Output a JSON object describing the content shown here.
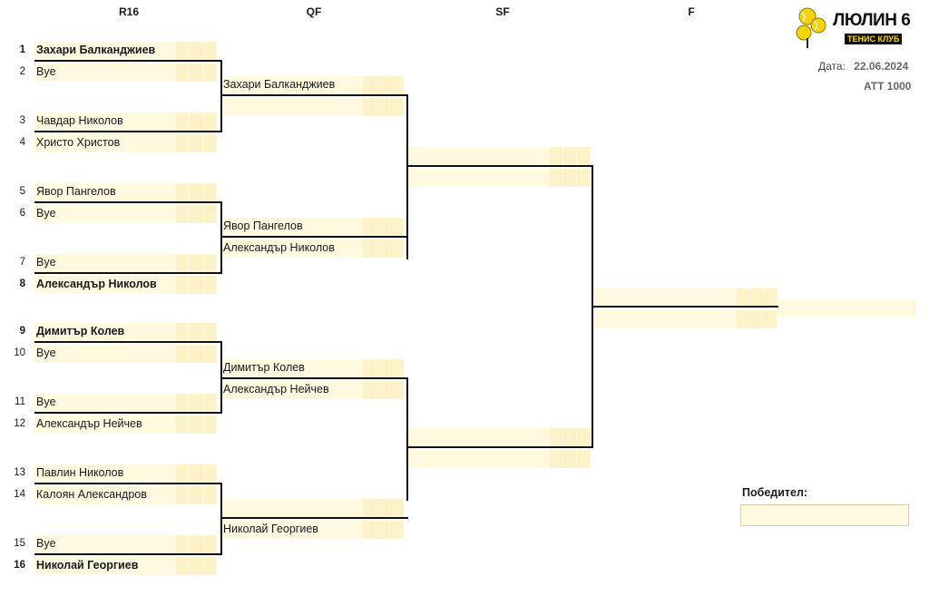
{
  "rounds": [
    "R16",
    "QF",
    "SF",
    "F"
  ],
  "logo": {
    "title": "ЛЮЛИН 6",
    "subtitle": "ТЕНИС КЛУБ"
  },
  "info": {
    "date_label": "Дата:",
    "date_value": "22.06.2024",
    "tournament": "ATT 1000"
  },
  "r16": [
    {
      "seed": "1",
      "name": "Захари Балканджиев",
      "bold": true
    },
    {
      "seed": "2",
      "name": "Bye",
      "bold": false
    },
    {
      "seed": "3",
      "name": "Чавдар Николов",
      "bold": false
    },
    {
      "seed": "4",
      "name": "Христо Христов",
      "bold": false
    },
    {
      "seed": "5",
      "name": "Явор Пангелов",
      "bold": false
    },
    {
      "seed": "6",
      "name": "Bye",
      "bold": false
    },
    {
      "seed": "7",
      "name": "Bye",
      "bold": false
    },
    {
      "seed": "8",
      "name": "Александър Николов",
      "bold": true
    },
    {
      "seed": "9",
      "name": "Димитър Колев",
      "bold": true
    },
    {
      "seed": "10",
      "name": "Bye",
      "bold": false
    },
    {
      "seed": "11",
      "name": "Bye",
      "bold": false
    },
    {
      "seed": "12",
      "name": "Александър Нейчев",
      "bold": false
    },
    {
      "seed": "13",
      "name": "Павлин Николов",
      "bold": false
    },
    {
      "seed": "14",
      "name": "Калоян Александров",
      "bold": false
    },
    {
      "seed": "15",
      "name": "Bye",
      "bold": false
    },
    {
      "seed": "16",
      "name": "Николай Георгиев",
      "bold": true
    }
  ],
  "qf": [
    {
      "name": "Захари Балканджиев"
    },
    {
      "name": ""
    },
    {
      "name": "Явор Пангелов"
    },
    {
      "name": "Александър Николов"
    },
    {
      "name": "Димитър Колев"
    },
    {
      "name": "Александър Нейчев"
    },
    {
      "name": ""
    },
    {
      "name": "Николай Георгиев"
    }
  ],
  "sf": [
    {
      "name": ""
    },
    {
      "name": ""
    },
    {
      "name": ""
    },
    {
      "name": ""
    }
  ],
  "final": [
    {
      "name": ""
    },
    {
      "name": ""
    }
  ],
  "winner": {
    "label": "Победител:",
    "name": ""
  },
  "colors": {
    "cell": "#fff9df",
    "score_cell": "#fdf1c8",
    "line": "#111111",
    "logo_yellow": "#f5d50a"
  }
}
